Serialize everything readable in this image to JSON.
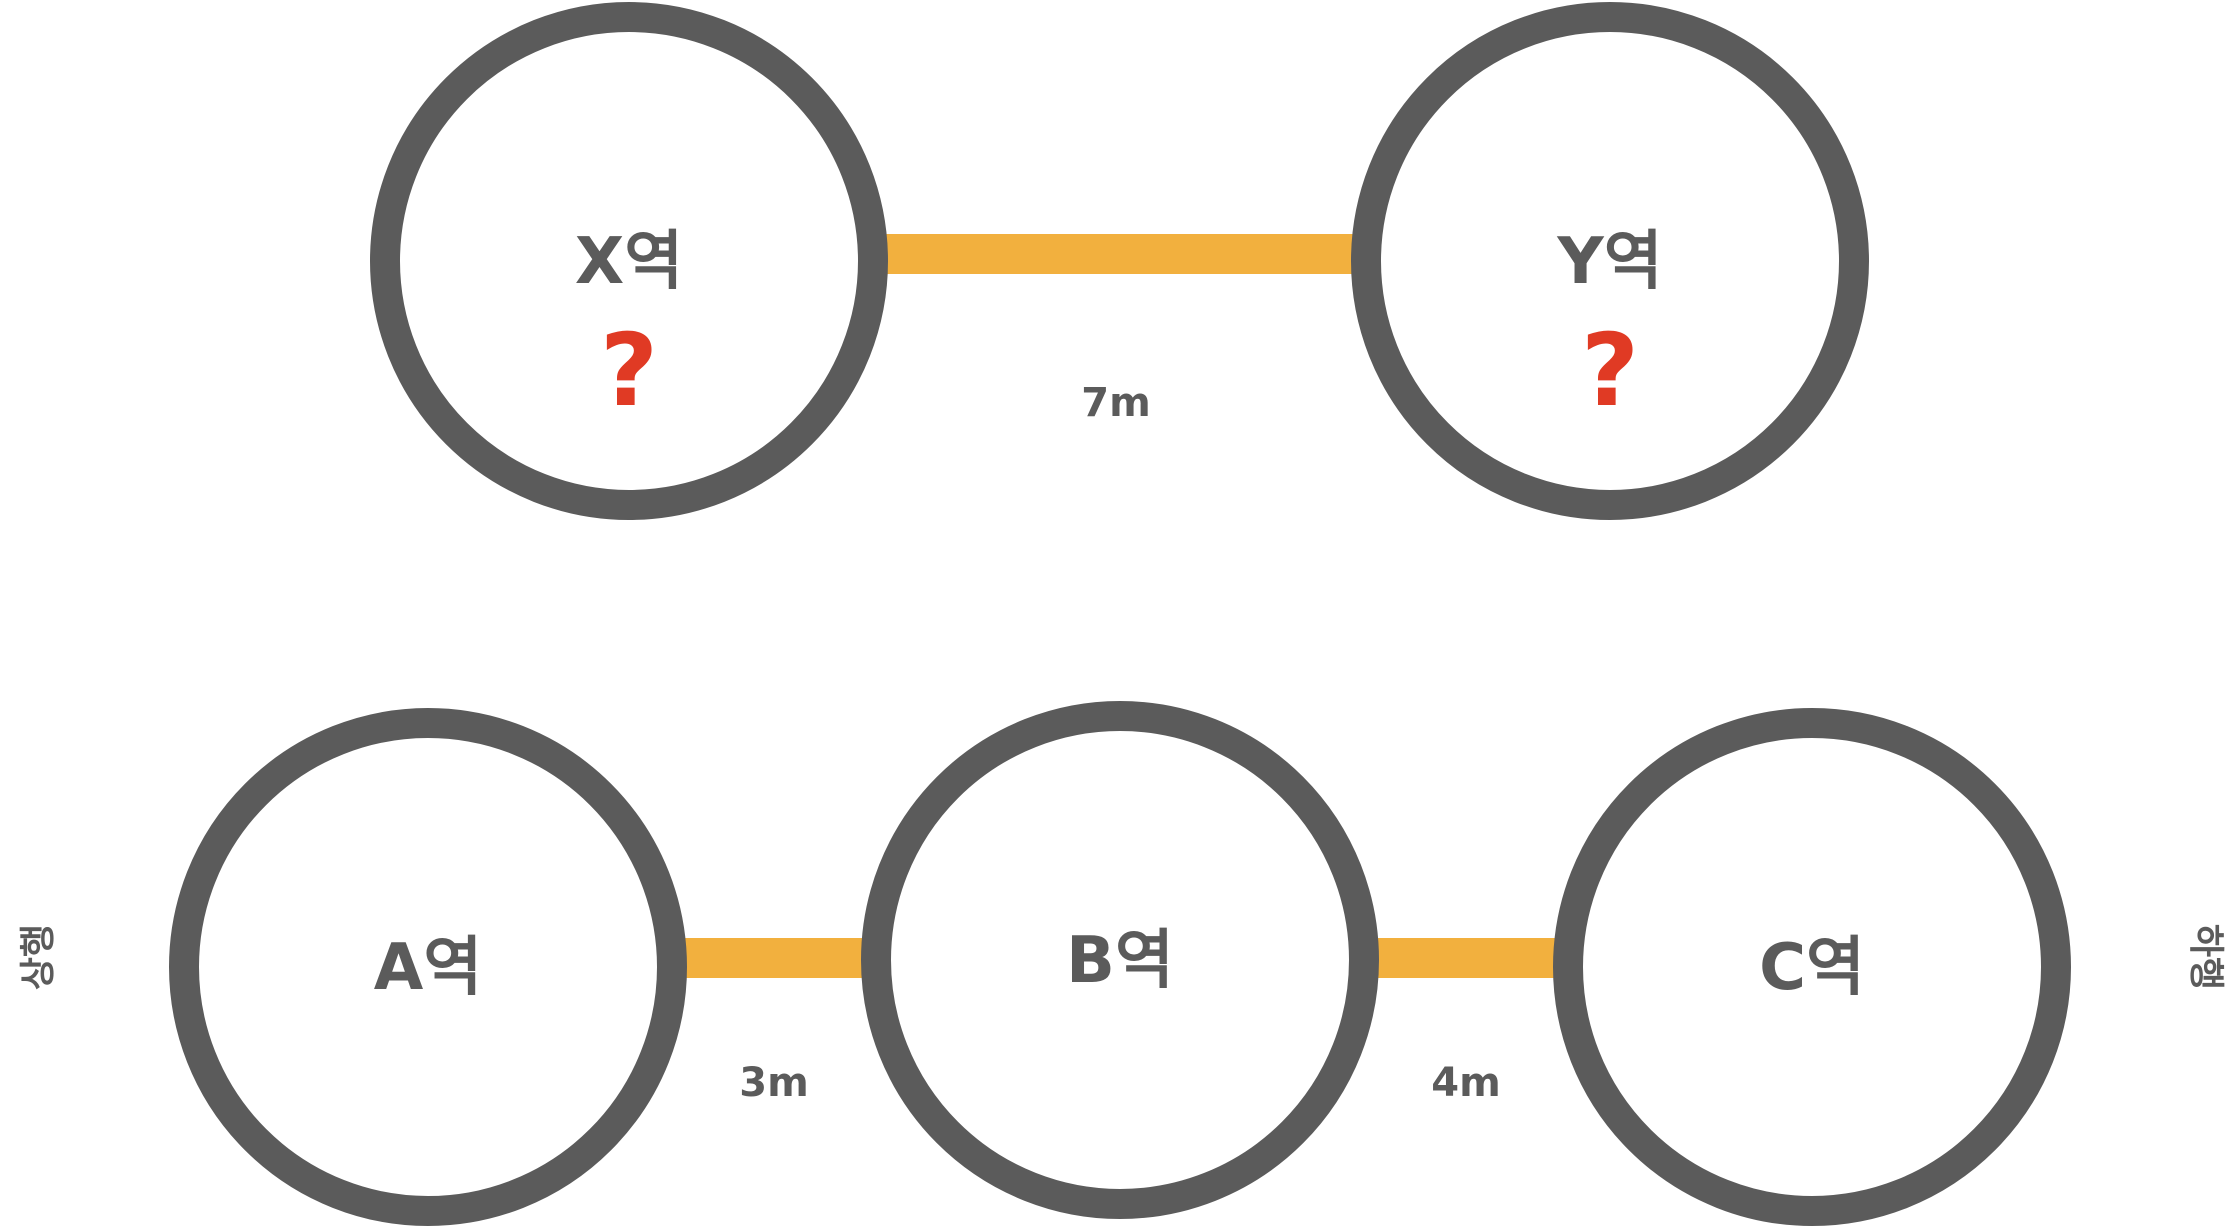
{
  "colors": {
    "station_ring": "#5b5b5b",
    "track": "#f2b03e",
    "label_text": "#5b5b5b",
    "unknown_mark": "#e03a24"
  },
  "top_line": {
    "station_x": {
      "name": "X역",
      "unknown": "?"
    },
    "station_y": {
      "name": "Y역",
      "unknown": "?"
    },
    "distance_xy": "7m"
  },
  "bottom_line": {
    "direction_up": "상행",
    "direction_down": "하행",
    "station_a": {
      "name": "A역"
    },
    "station_b": {
      "name": "B역"
    },
    "station_c": {
      "name": "C역"
    },
    "distance_ab": "3m",
    "distance_bc": "4m"
  }
}
